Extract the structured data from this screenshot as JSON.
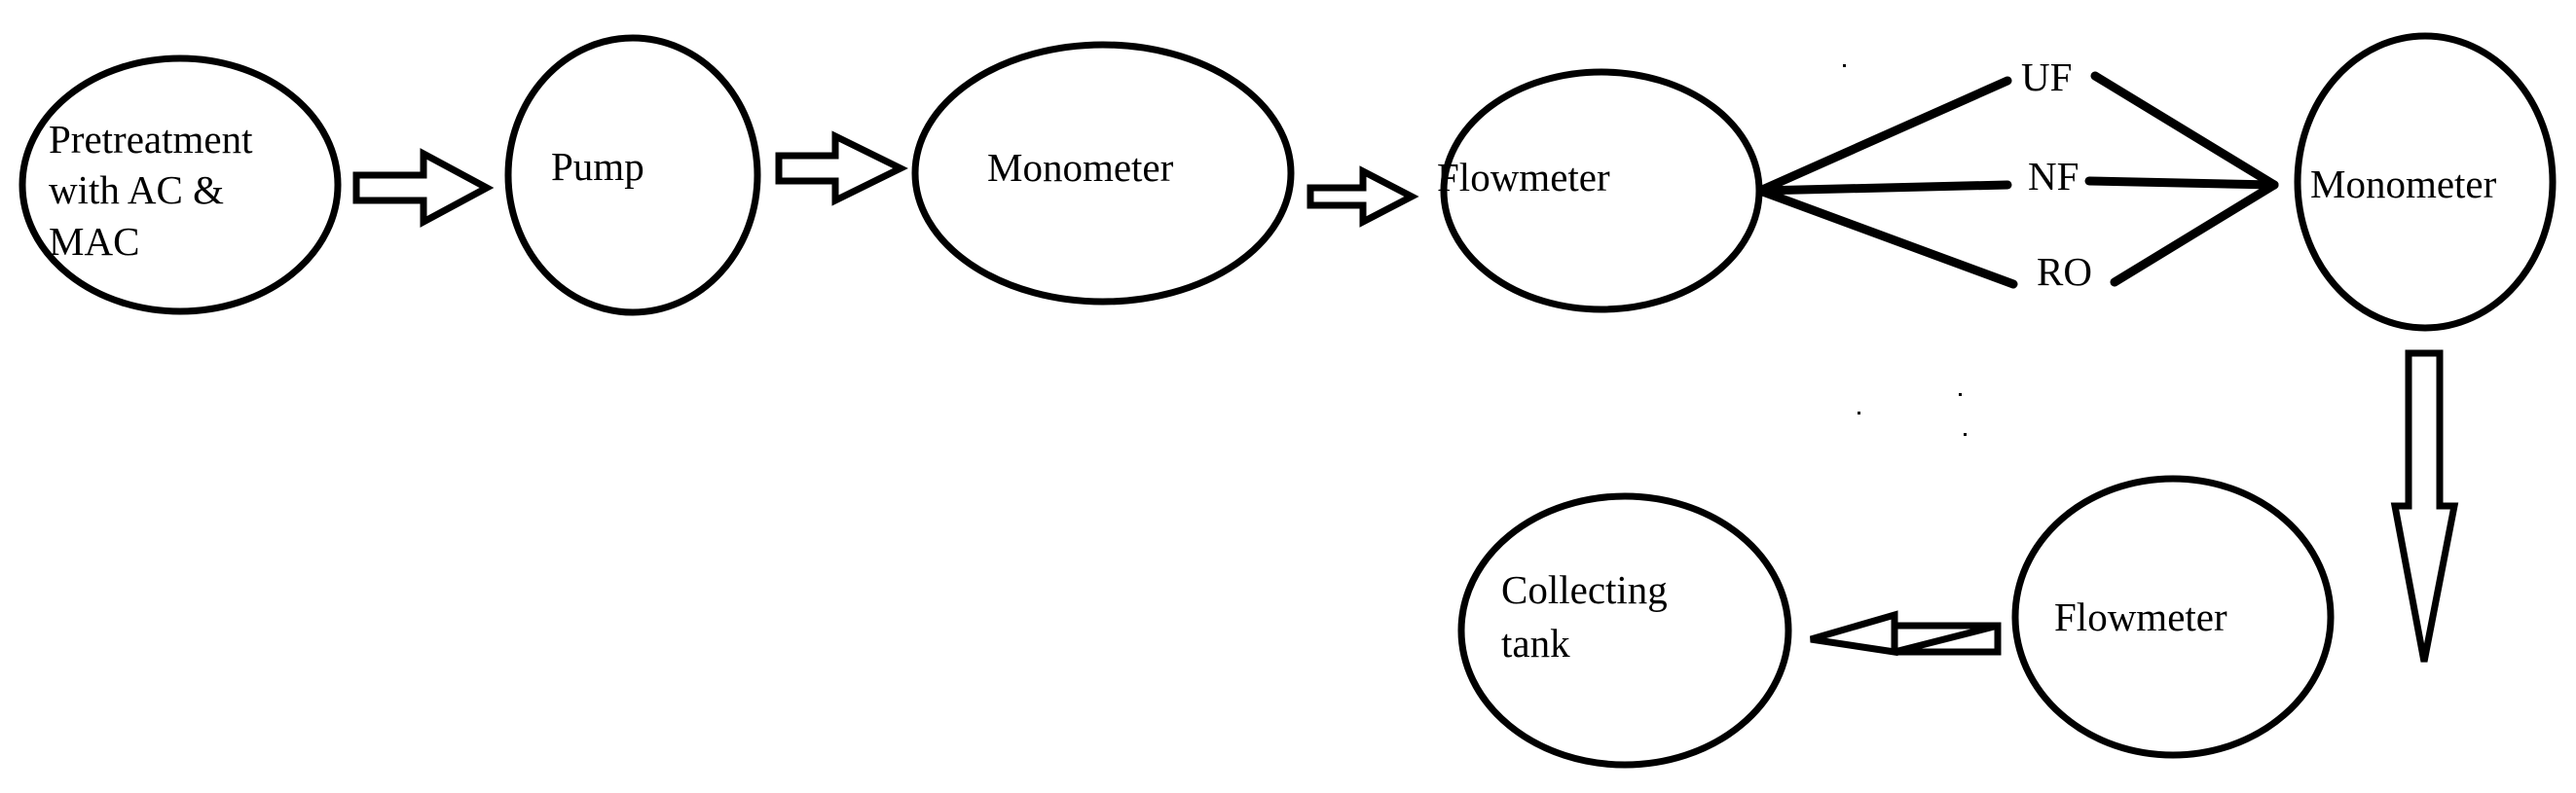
{
  "diagram": {
    "nodes": {
      "pretreatment": [
        "Pretreatment",
        "with AC &",
        "MAC"
      ],
      "pump": "Pump",
      "monometer_1": "Monometer",
      "flowmeter_1": "Flowmeter",
      "monometer_2": "Monometer",
      "flowmeter_2": "Flowmeter",
      "collecting_tank": [
        "Collecting",
        "tank"
      ]
    },
    "branches": {
      "uf": "UF",
      "nf": "NF",
      "ro": "RO"
    },
    "colors": {
      "stroke": "#000000",
      "background": "#ffffff"
    }
  }
}
